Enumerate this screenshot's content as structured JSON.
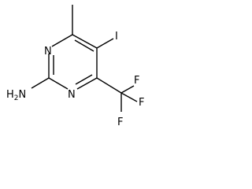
{
  "molecule": {
    "atoms": {
      "n_top": "N",
      "n_bottom": "N",
      "iodine": "I",
      "amino": "H2N",
      "f1": "F",
      "f2": "F",
      "f3": "F"
    }
  },
  "colors": {
    "bond": "#000000",
    "text": "#000000",
    "background": "#ffffff"
  }
}
